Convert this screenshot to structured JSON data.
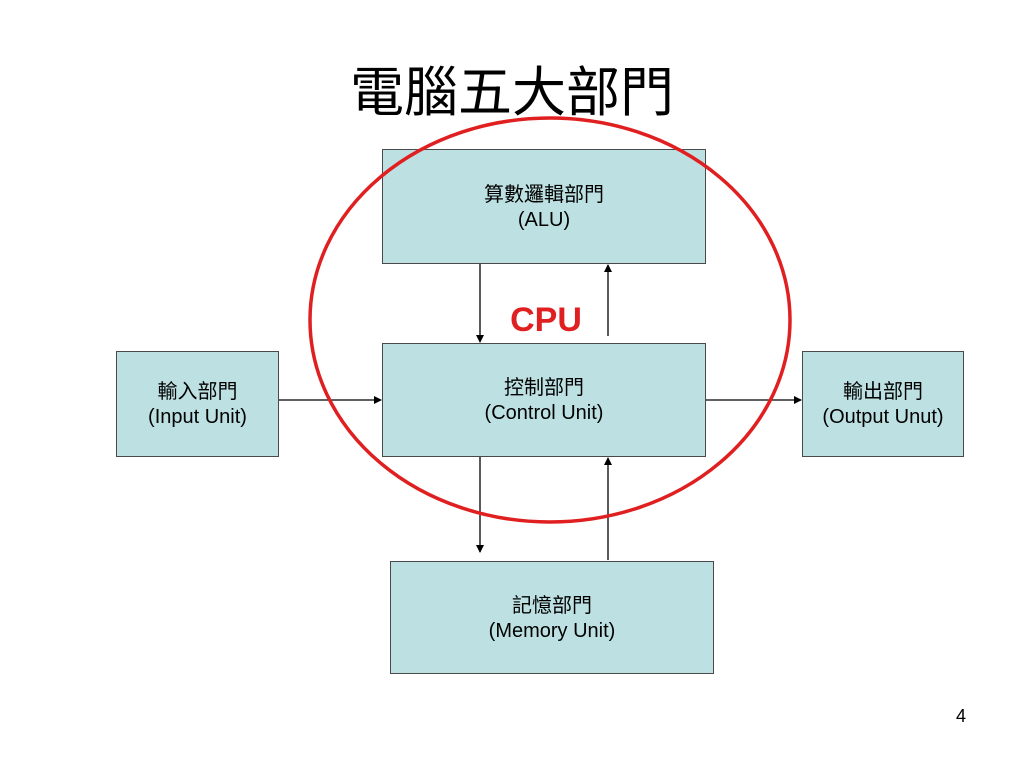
{
  "title": "電腦五大部門",
  "units": {
    "alu": {
      "name_zh": "算數邏輯部門",
      "name_en": "(ALU)"
    },
    "control": {
      "name_zh": "控制部門",
      "name_en": "(Control Unit)"
    },
    "input": {
      "name_zh": "輸入部門",
      "name_en": "(Input Unit)"
    },
    "output": {
      "name_zh": "輸出部門",
      "name_en": "(Output Unut)"
    },
    "memory": {
      "name_zh": "記憶部門",
      "name_en": "(Memory Unit)"
    }
  },
  "cpu_label": "CPU",
  "page_number": "4",
  "colors": {
    "box_fill": "#bde1e2",
    "cpu_ring": "#e02020",
    "arrow": "#000000"
  }
}
